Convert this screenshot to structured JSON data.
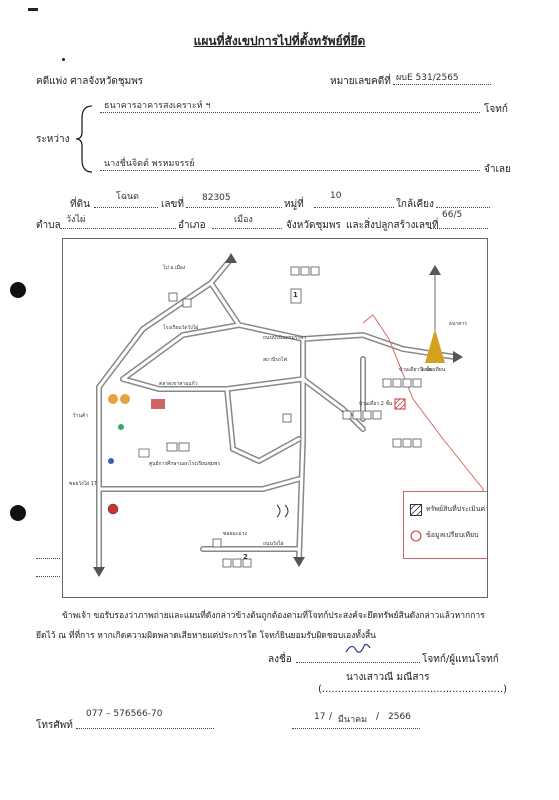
{
  "header": {
    "title": "แผนที่สังเขปการไปที่ตั้งทรัพย์ที่ยึด",
    "case_label": "คดีแพ่ง ศาลจังหวัดชุมพร",
    "black_case_label": "หมายเลขคดีที่",
    "black_case_value": "ผบE 531/2565"
  },
  "parties": {
    "between_label": "ระหว่าง",
    "plaintiff": "ธนาคารอาคารสงเคราะห์ ฯ",
    "plaintiff_role": "โจทก์",
    "defendant": "นางชื่นจิตต์ พรหมจรรย์",
    "defendant_role": "จำเลย"
  },
  "land": {
    "land_label": "ที่ดิน",
    "land_type": "โฉนด",
    "number_label": "เลขที่",
    "number": "82305",
    "moo_label": "หมู่ที่",
    "moo": "10",
    "near_label": "ใกล้เคียง",
    "tambon_label": "ตำบล",
    "tambon": "วังไผ่",
    "amphoe_label": "อำเภอ",
    "amphoe": "เมือง",
    "province": "จังหวัดชุมพร",
    "building_label": "และสิ่งปลูกสร้างเลขที่",
    "building_no": "66/5"
  },
  "map": {
    "legend_property": "ทรัพย์สินที่ประเมินค่า",
    "legend_comparable": "ข้อมูลเปรียบเทียบ",
    "labels": {
      "building1": "1",
      "building2": "2",
      "soi17": "ซอยวังไผ่ 17",
      "school": "โรงเรียนวัดวังไผ่",
      "temple": "วัดแสงเทียน",
      "market": "ตลาดเขาสามแก้ว",
      "office": "ศูนย์การศึกษานอกโรงเรียนชุมพร",
      "road_main": "ถนนวังไผ่",
      "chumphon": "ถนนปรมินทรมรรคา",
      "to_city": "ไป อ.เมือง",
      "soi_b": "ซอยมะม่วง",
      "house1": "บ้านเดี่ยว 1 ชั้น",
      "house2": "บ้านเดี่ยว 2 ชั้น",
      "station": "สถานีรถไฟ",
      "shop": "ร้านค้า",
      "bank": "ธนาคาร"
    }
  },
  "footer": {
    "certify_line1": "ข้าพเจ้า ขอรับรองว่าภาพถ่ายและแผนที่ดังกล่าวข้างต้นถูกต้องตามที่โจทก์ประสงค์จะยึดทรัพย์สินดังกล่าวแล้วหากการ",
    "certify_line2": "ยึดไว้ ณ ที่ที่การ หากเกิดความผิดพลาดเสียหายแต่ประการใด โจทก์ยินยอมรับผิดชอบเองทั้งสิ้น",
    "sign_label": "ลงชื่อ",
    "sign_role": "โจทก์/ผู้แทนโจทก์",
    "signer_name": "นางเสาวณี มณีสาร",
    "phone_label": "โทรศัพท์",
    "phone": "077 – 576566-70",
    "date_day": "17",
    "date_month": "มีนาคม",
    "date_year": "2566"
  }
}
